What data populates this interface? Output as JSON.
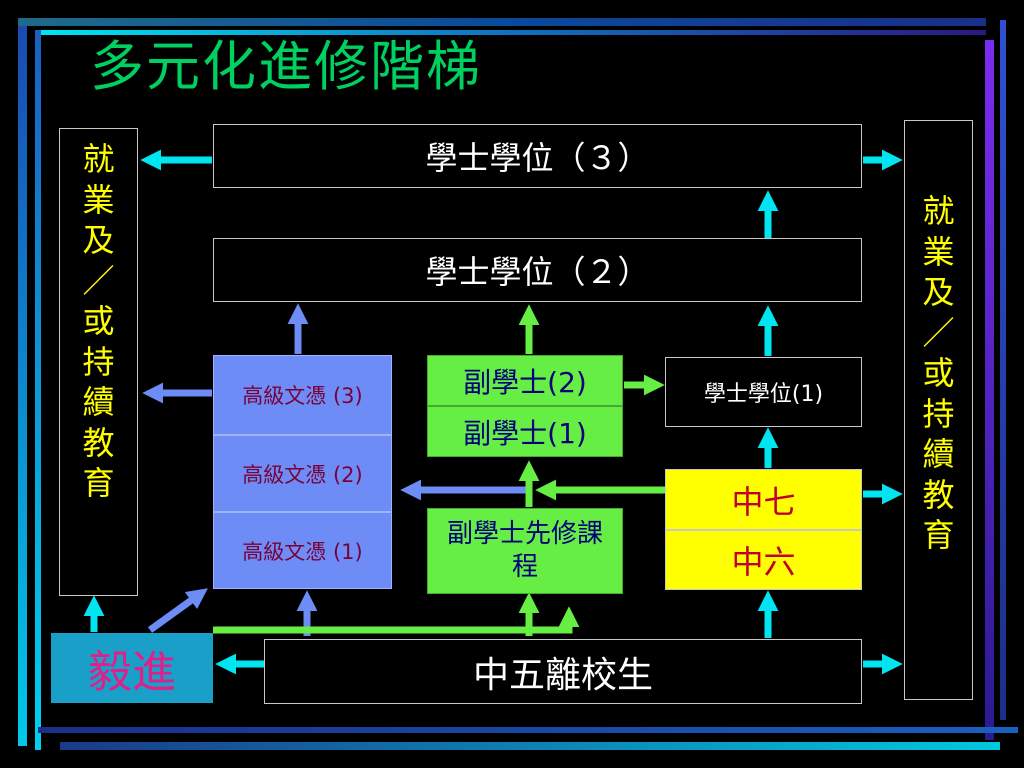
{
  "title": "多元化進修階梯",
  "left_side": [
    "就",
    "業",
    "及",
    "／",
    "或",
    "持",
    "續",
    "教",
    "育"
  ],
  "right_side": [
    "就",
    "業",
    "及",
    "／",
    "或",
    "持",
    "續",
    "教",
    "育"
  ],
  "degree3": "學士學位（３）",
  "degree2": "學士學位（２）",
  "degree1": "學士學位(1)",
  "hd3": "高級文憑 (3)",
  "hd2": "高級文憑 (2)",
  "hd1": "高級文憑 (1)",
  "assoc2": "副學士(2)",
  "assoc1": "副學士(1)",
  "pre_assoc": "副學士先修課程",
  "form7": "中七",
  "form6": "中六",
  "form5_leavers": "中五離校生",
  "yijin": "毅進",
  "colors": {
    "cyan": "#00e5f0",
    "blue_arrow": "#6e8cf5",
    "green_arrow": "#66ee44",
    "title_green": "#00d060",
    "side_text": "#ffff00"
  }
}
